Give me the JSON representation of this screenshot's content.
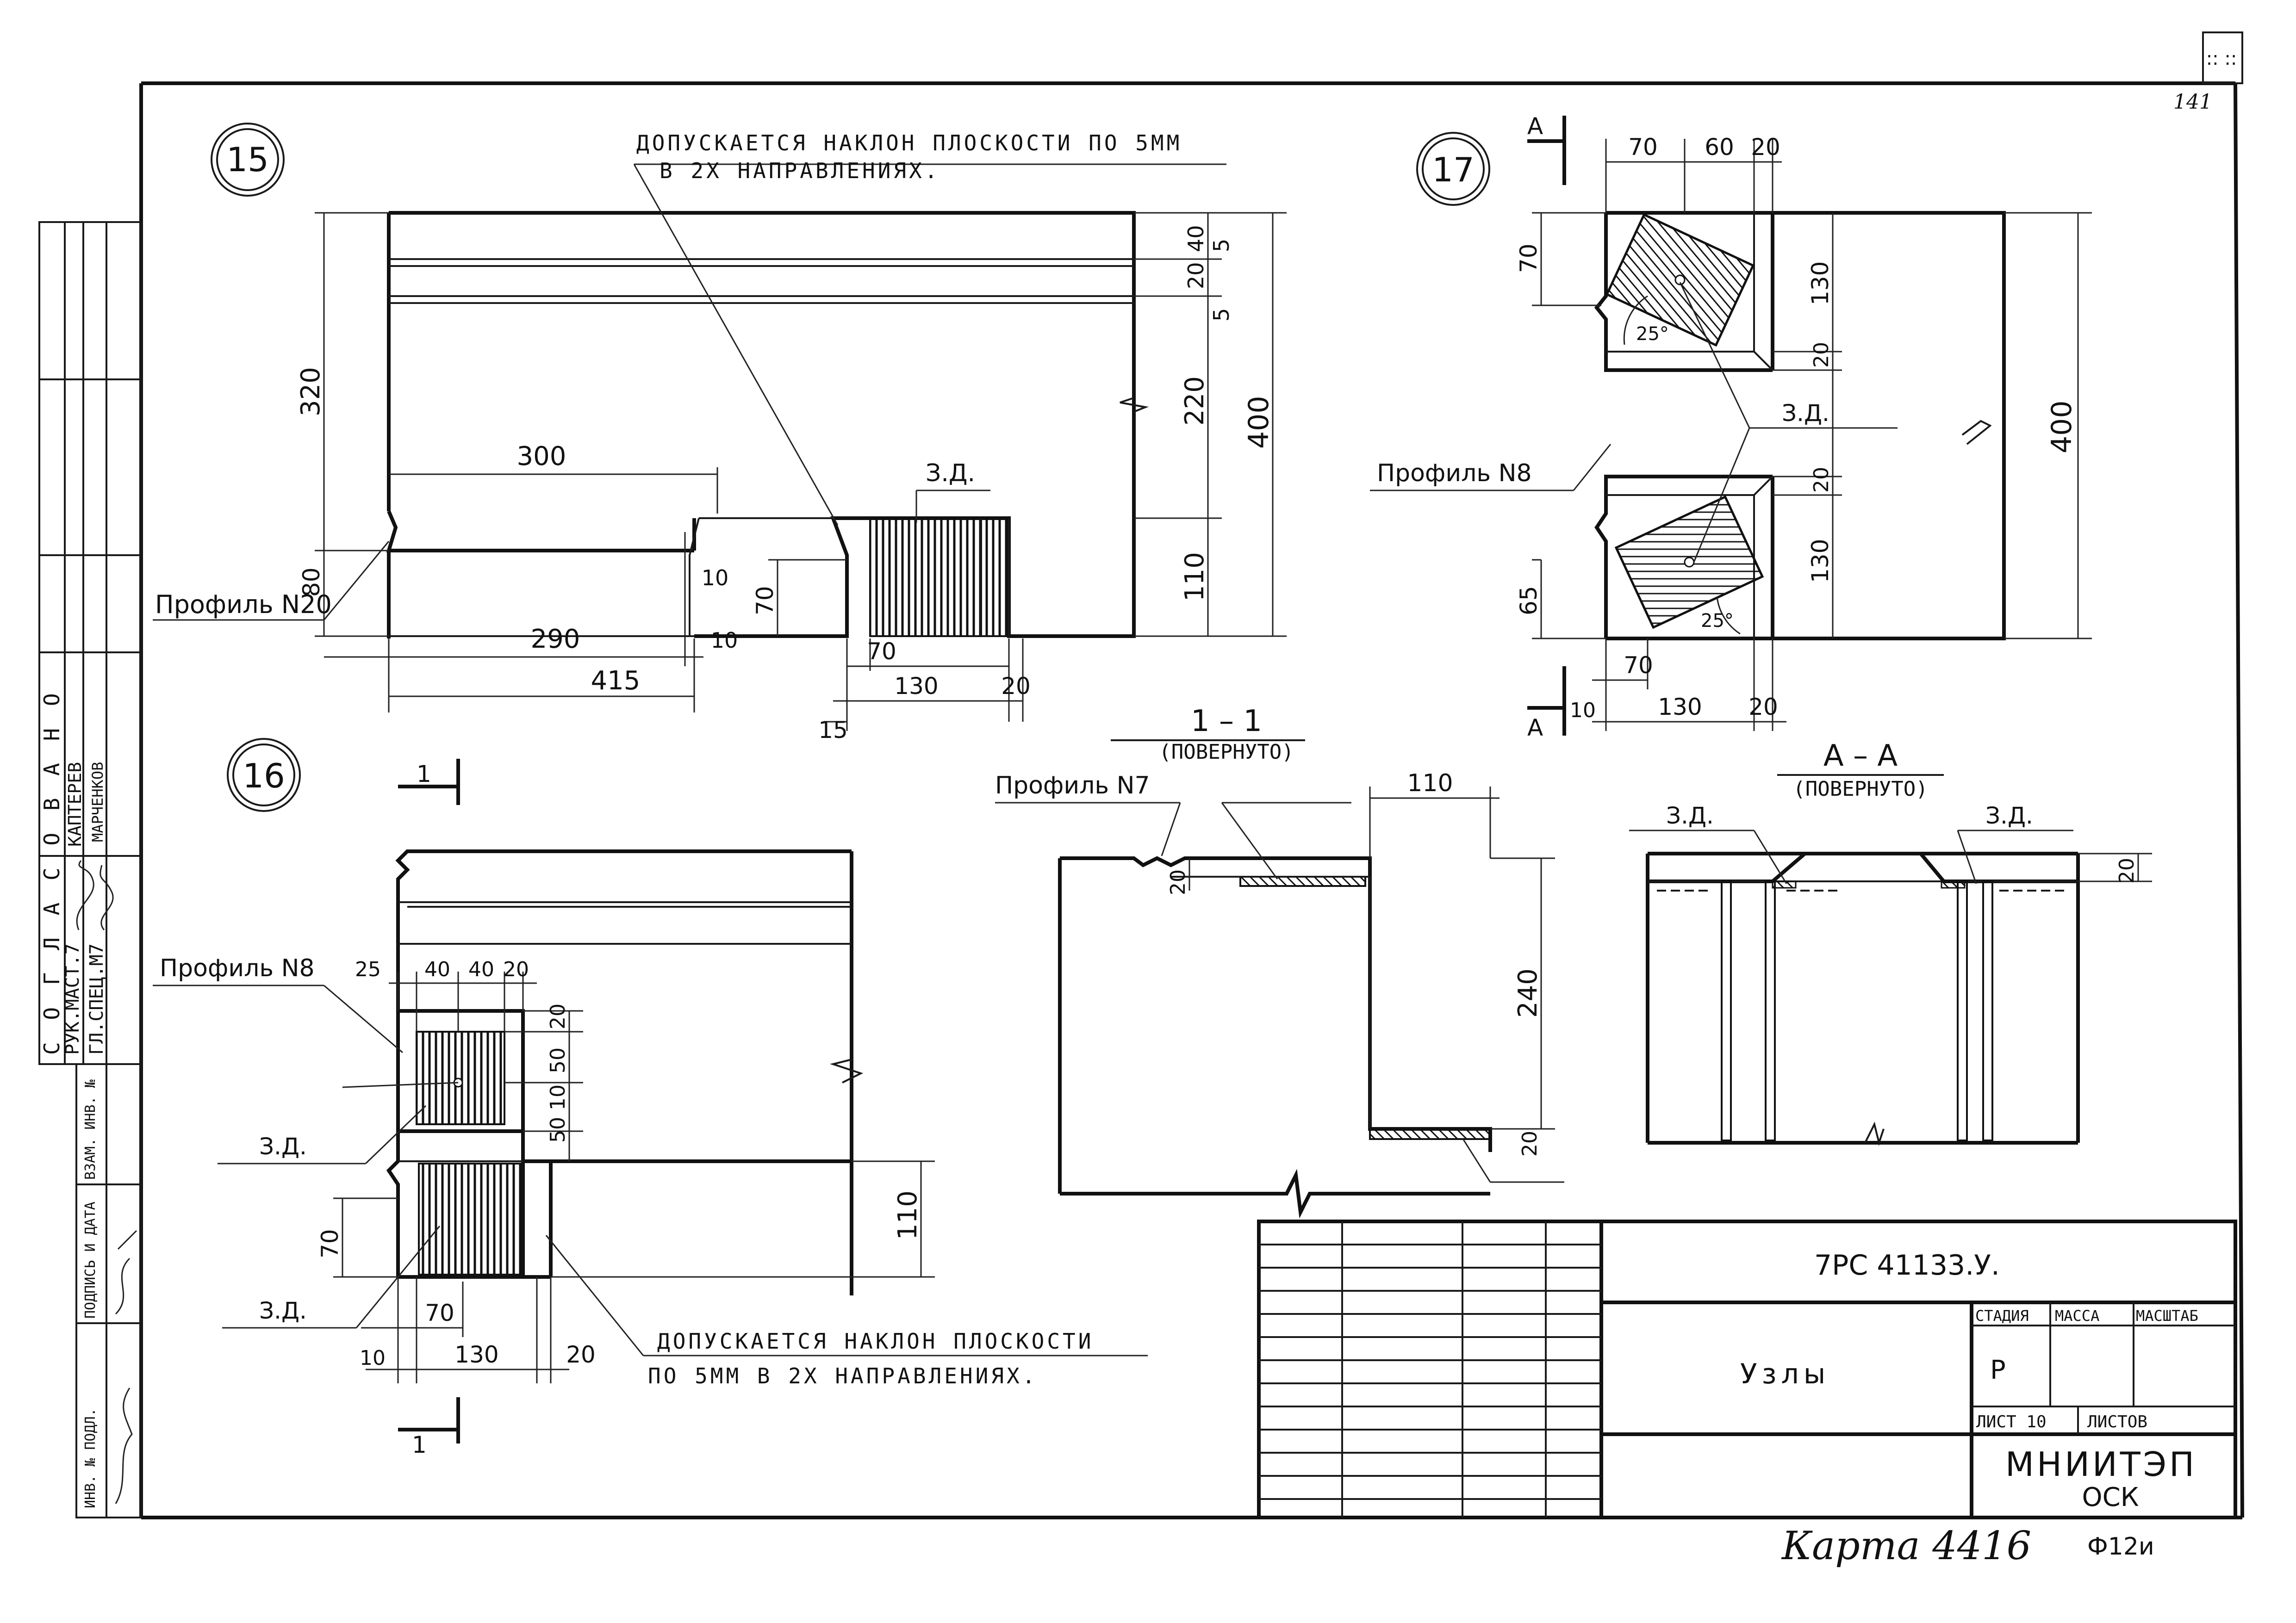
{
  "sheet": {
    "corner_mark": ":: ::",
    "page_number": "141",
    "card_label": "Карта 4416",
    "form_label": "Ф12и"
  },
  "side_block": {
    "agreed_label": "С О Г Л А С О В А Н О",
    "row1_role": "РУК.МАСТ.7",
    "row1_name": "КАПТЕРЕВ",
    "row2_role": "ГЛ.СПЕЦ.М7",
    "row2_name": "МАРЧЕНКОВ",
    "col_replace": "ВЗАМ. ИНВ. №",
    "col_sign": "ПОДПИСЬ И ДАТА",
    "col_inv": "ИНВ. № ПОДЛ."
  },
  "node15": {
    "number": "15",
    "note_line1": "ДОПУСКАЕТСЯ НАКЛОН ПЛОСКОСТИ ПО 5ММ",
    "note_line2": "В 2Х НАПРАВЛЕНИЯХ.",
    "profile": "Профиль N20",
    "zd": "З.Д.",
    "dim_320": "320",
    "dim_80": "80",
    "dim_300": "300",
    "dim_290": "290",
    "dim_415": "415",
    "dim_10a": "10",
    "dim_10b": "10",
    "dim_70v": "70",
    "dim_70h": "70",
    "dim_130": "130",
    "dim_20": "20",
    "dim_15": "15",
    "dim_40": "40",
    "dim_5a": "5",
    "dim_20v": "20",
    "dim_5b": "5",
    "dim_220": "220",
    "dim_110": "110",
    "dim_400": "400"
  },
  "node16": {
    "number": "16",
    "section_mark": "1",
    "profile": "Профиль N8",
    "zd1": "З.Д.",
    "zd2": "З.Д.",
    "dim_25": "25",
    "dim_40a": "40",
    "dim_40b": "40",
    "dim_20a": "20",
    "dim_20v": "20",
    "dim_50a": "50",
    "dim_10": "10",
    "dim_50b": "50",
    "dim_70v": "70",
    "dim_110": "110",
    "dim_10h": "10",
    "dim_70h": "70",
    "dim_130": "130",
    "dim_20h": "20",
    "note_line1": "ДОПУСКАЕТСЯ НАКЛОН ПЛОСКОСТИ",
    "note_line2": "ПО 5ММ В 2Х НАПРАВЛЕНИЯХ."
  },
  "node17": {
    "number": "17",
    "section_mark": "А",
    "profile": "Профиль N8",
    "zd": "З.Д.",
    "angle": "25°",
    "dim_70t": "70",
    "dim_60": "60",
    "dim_20t": "20",
    "dim_70v": "70",
    "dim_130a": "130",
    "dim_20a": "20",
    "dim_20b": "20",
    "dim_130b": "130",
    "dim_65": "65",
    "dim_400": "400",
    "dim_70b": "70",
    "dim_10": "10",
    "dim_130c": "130",
    "dim_20c": "20"
  },
  "section11": {
    "title": "1 – 1",
    "subtitle": "(ПОВЕРНУТО)",
    "profile": "Профиль N7",
    "dim_110": "110",
    "dim_20a": "20",
    "dim_240": "240",
    "dim_20b": "20"
  },
  "sectionAA": {
    "title": "А – А",
    "subtitle": "(ПОВЕРНУТО)",
    "zd1": "З.Д.",
    "zd2": "З.Д.",
    "dim_20": "20"
  },
  "title_block": {
    "doc_code": "7РС 41133.У.",
    "sheet_title": "Узлы",
    "col_stage": "СТАДИЯ",
    "col_mass": "МАССА",
    "col_scale": "МАСШТАБ",
    "stage_value": "Р",
    "sheet_label": "ЛИСТ 10",
    "sheets_label": "ЛИСТОВ",
    "org_name": "МНИИТЭП",
    "org_dept": "ОСК"
  }
}
